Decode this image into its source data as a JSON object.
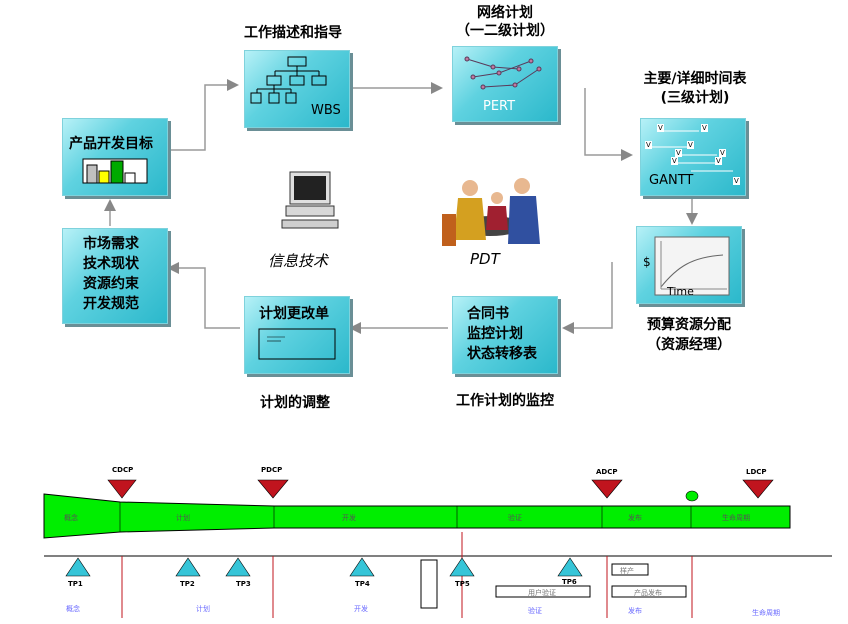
{
  "flow": {
    "wbs_title": "工作描述和指导",
    "wbs_label": "WBS",
    "pert_title1": "网络计划",
    "pert_title2": "（一二级计划）",
    "pert_label": "PERT",
    "gantt_title1": "主要/详细时间表",
    "gantt_title2": "(三级计划)",
    "gantt_label": "GANTT",
    "gantt_marks": [
      "V",
      "V",
      "V",
      "V",
      "V",
      "V",
      "V",
      "V",
      "V"
    ],
    "product_goal": "产品开发目标",
    "market_lines": [
      "市场需求",
      "技术现状",
      "资源约束",
      "开发规范"
    ],
    "it_label": "信息技术",
    "pdt_label": "PDT",
    "budget_y": "$",
    "budget_x": "Time",
    "budget_title1": "预算资源分配",
    "budget_title2": "（资源经理）",
    "monitor_lines": [
      "合同书",
      "监控计划",
      "状态转移表"
    ],
    "monitor_caption": "工作计划的监控",
    "change_title": "计划更改单",
    "change_caption": "计划的调整"
  },
  "timeline": {
    "checkpoints": [
      "CDCP",
      "PDCP",
      "ADCP",
      "LDCP"
    ],
    "bar_phases": [
      "概念",
      "计划",
      "开发",
      "验证",
      "发布",
      "生命周期"
    ],
    "tps": [
      "TP1",
      "TP2",
      "TP3",
      "TP4",
      "TP5",
      "TP6"
    ],
    "bottom_phases": [
      "概念",
      "计划",
      "开发",
      "验证",
      "发布",
      "生命周期"
    ],
    "boxes": [
      "用户验证",
      "产品发布",
      "样产"
    ]
  },
  "colors": {
    "box": "#2bb8cb",
    "bar": "#00ee00",
    "checkpoint": "#c0141e",
    "tp": "#36c5d8"
  }
}
